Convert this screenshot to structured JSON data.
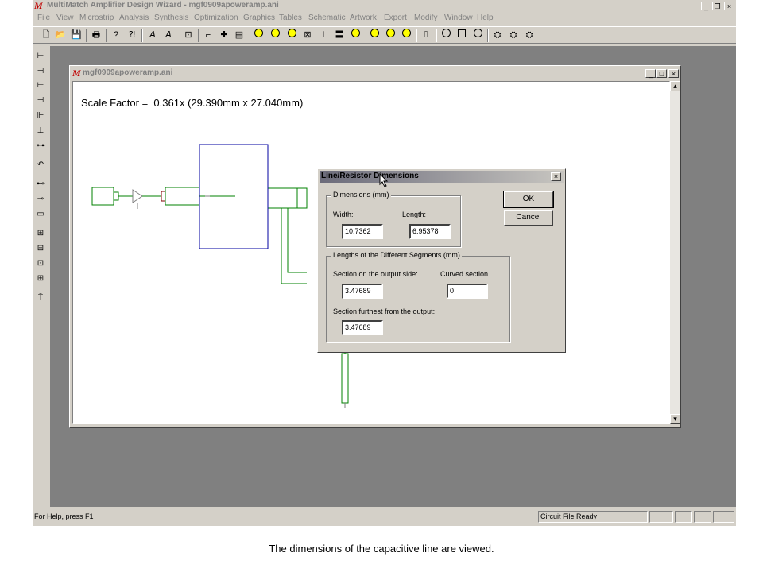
{
  "app": {
    "logo": "M",
    "title": "MultiMatch Amplifier Design Wizard - mgf0909apoweramp.ani",
    "caption_buttons": [
      "_",
      "❐",
      "×"
    ]
  },
  "menu": [
    "File",
    "View",
    "Microstrip",
    "Analysis",
    "Synthesis",
    "Optimization",
    "Graphics",
    "Tables",
    "Schematic",
    "Artwork",
    "Export",
    "Modify",
    "Window",
    "Help"
  ],
  "child": {
    "logo": "M",
    "title": "mgf0909apoweramp.ani",
    "scale_factor_label": "Scale Factor =",
    "scale_factor_value": "0.361x (29.390mm x 27.040mm)"
  },
  "dialog": {
    "title": "Line/Resistor Dimensions",
    "close": "×",
    "dimensions_group": "Dimensions (mm)",
    "width_label": "Width:",
    "width_value": "10.7362",
    "length_label": "Length:",
    "length_value": "6.95378",
    "segments_group": "Lengths of the Different Segments (mm)",
    "output_side_label": "Section on the output side:",
    "output_side_value": "3.47689",
    "curved_label": "Curved section",
    "curved_value": "0",
    "furthest_label": "Section furthest from the output:",
    "furthest_value": "3.47689",
    "ok": "OK",
    "cancel": "Cancel"
  },
  "status": {
    "help": "For Help, press F1",
    "state": "Circuit File Ready"
  },
  "caption": "The dimensions of the capacitive line are viewed.",
  "colors": {
    "circuit_line": "#008000",
    "device_box": "#0000a0",
    "logo": "#c00000"
  }
}
